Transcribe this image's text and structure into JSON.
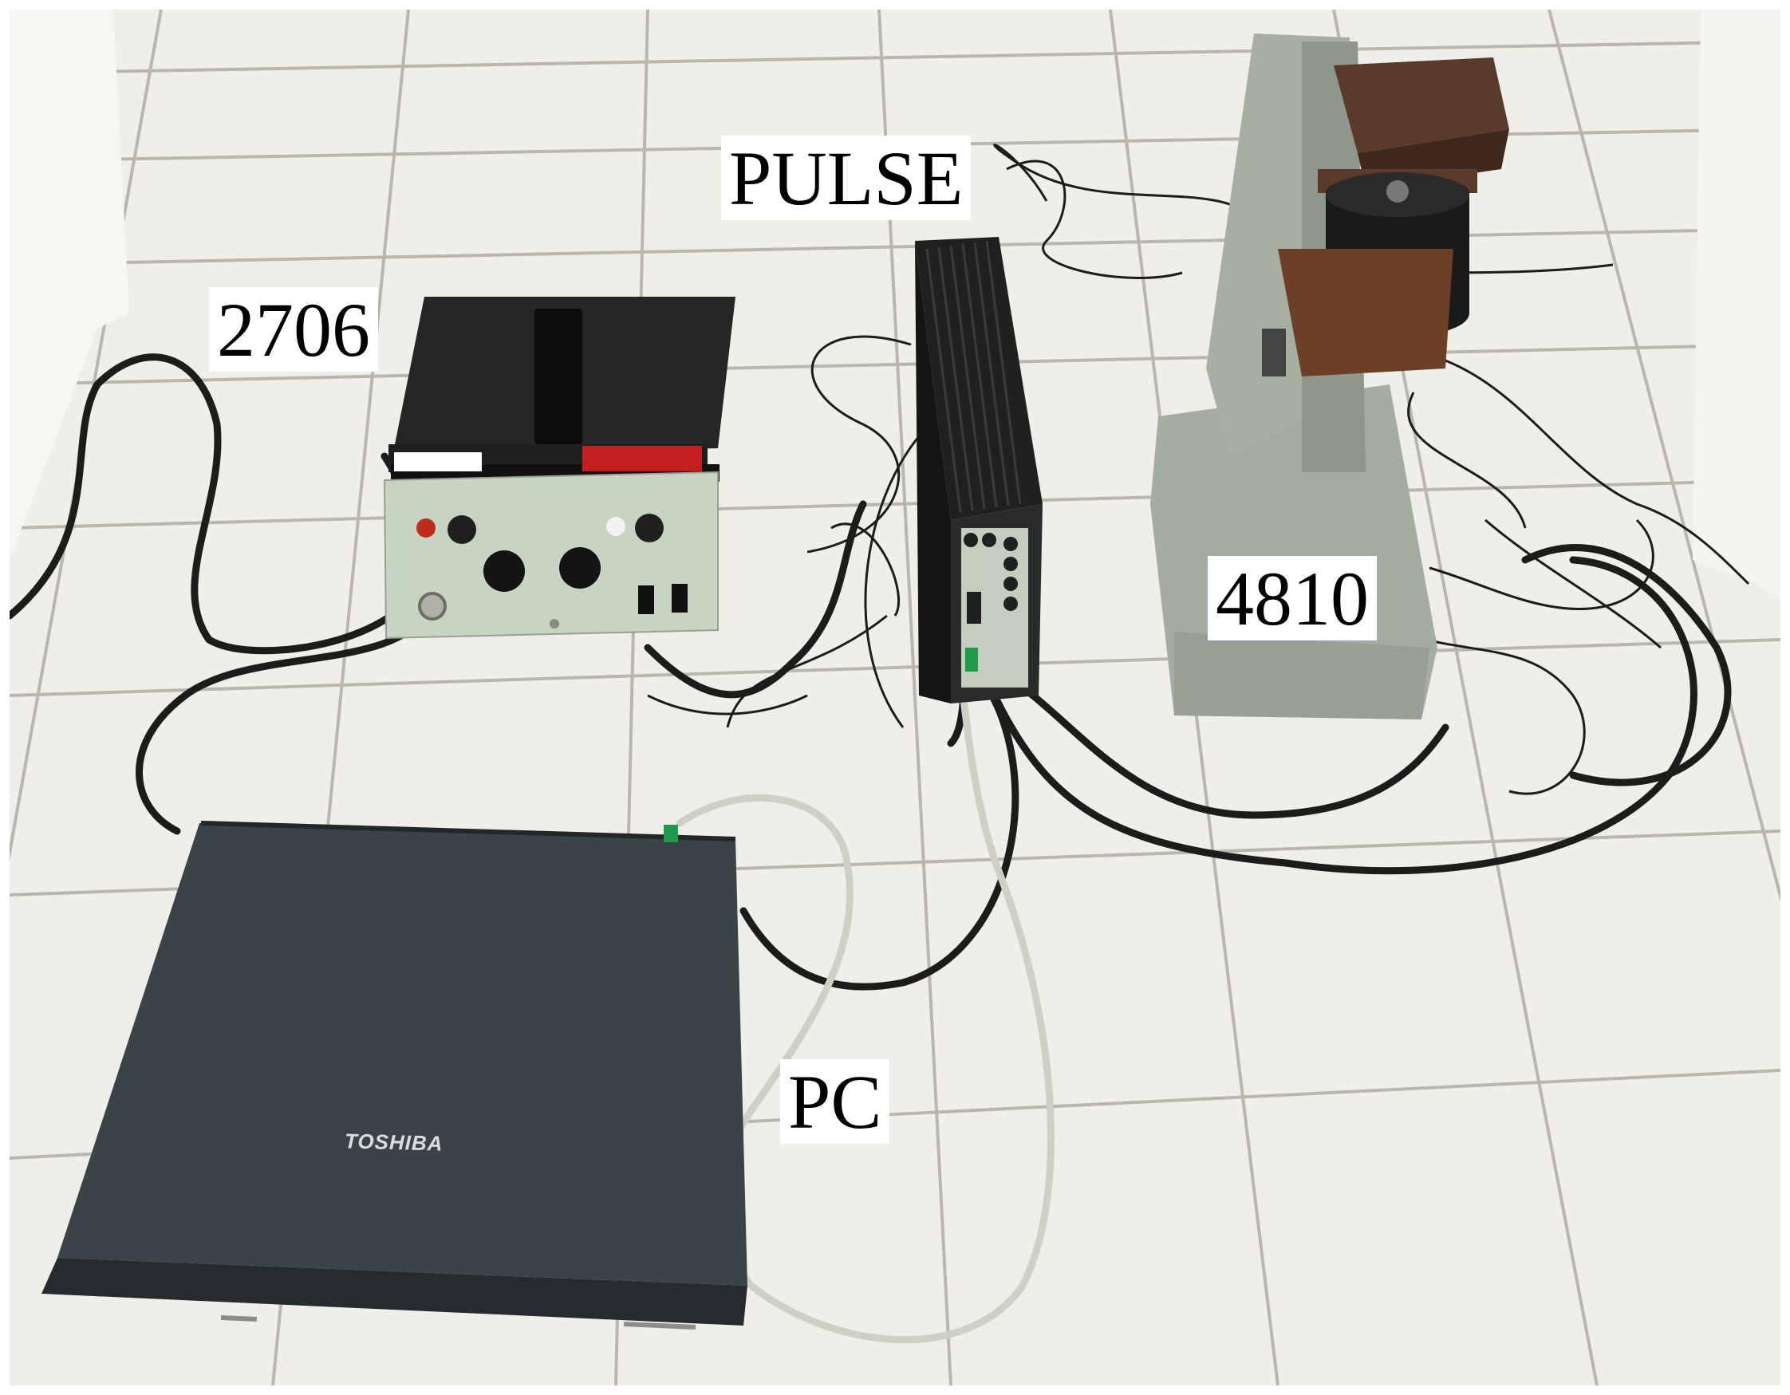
{
  "labels": {
    "amplifier": "2706",
    "analyzer": "PULSE",
    "exciter": "4810",
    "computer": "PC"
  },
  "laptop_brand": "TOSHIBA",
  "colors": {
    "floor": "#efeee9",
    "grout": "#b9b6ad",
    "amplifier_panel": "#c7d4c2",
    "amplifier_top": "#262626",
    "exciter_body": "#a5ada1",
    "laptop": "#3a4347",
    "cable_black": "#1c1c1c",
    "cable_grey": "#cfcfc4",
    "connector_green": "#1e9a4b",
    "brown_block": "#5a3a2a"
  }
}
